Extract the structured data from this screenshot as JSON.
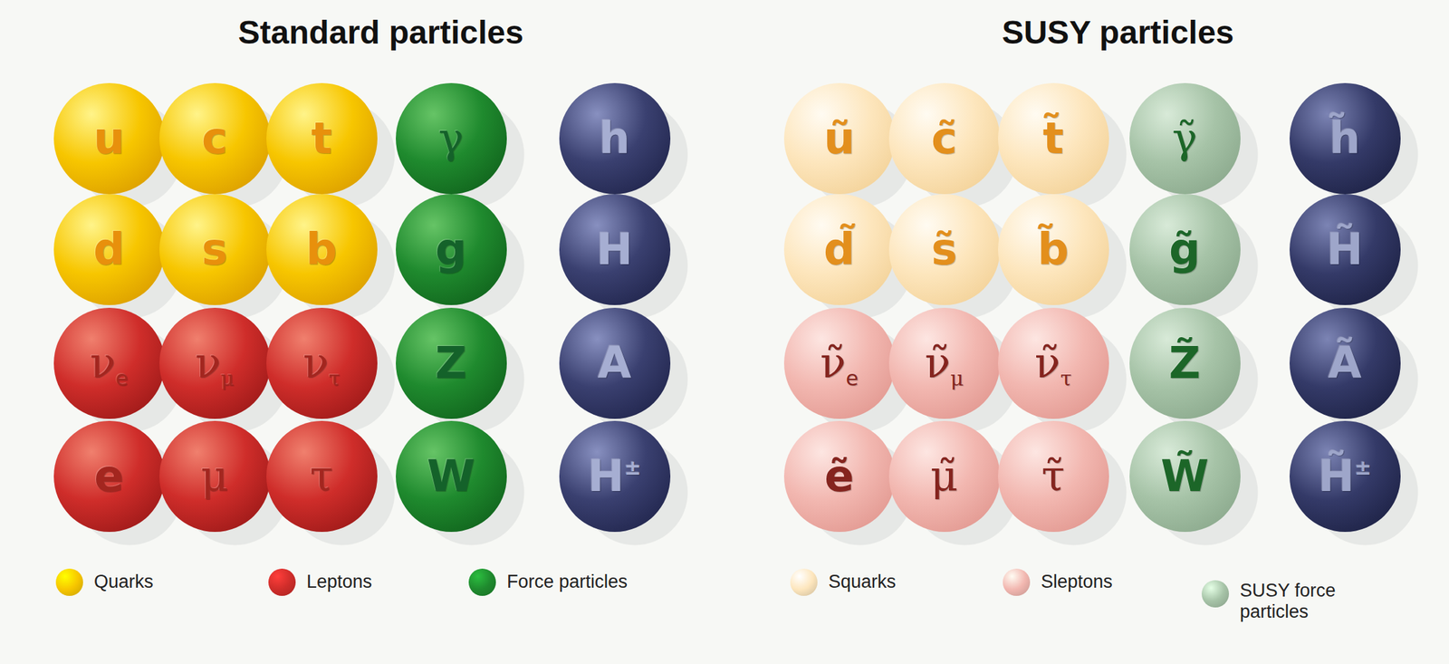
{
  "diagram": {
    "nodes": [
      {
        "text": [
          "u"
        ]
      },
      {
        "text": [
          "c"
        ]
      },
      {
        "text": [
          "t"
        ]
      },
      {
        "text": [
          "γ"
        ]
      },
      {
        "text": [
          "h"
        ]
      },
      {
        "text": [
          "d"
        ]
      },
      {
        "text": [
          "s"
        ]
      },
      {
        "text": [
          "b"
        ]
      },
      {
        "text": [
          "g"
        ]
      },
      {
        "text": [
          "H"
        ]
      },
      {
        "text": [
          "νe"
        ]
      },
      {
        "text": [
          "νμ"
        ]
      },
      {
        "text": [
          "ντ"
        ]
      },
      {
        "text": [
          "Z"
        ]
      },
      {
        "text": [
          "A"
        ]
      },
      {
        "text": [
          "e"
        ]
      },
      {
        "text": [
          "μ"
        ]
      },
      {
        "text": [
          "τ"
        ]
      },
      {
        "text": [
          "W"
        ]
      },
      {
        "text": [
          "H±"
        ]
      },
      {
        "text": [
          "ũ"
        ]
      },
      {
        "text": [
          "c̃"
        ]
      },
      {
        "text": [
          "t̃"
        ]
      },
      {
        "text": [
          "γ̃"
        ]
      },
      {
        "text": [
          "h̃"
        ]
      },
      {
        "text": [
          "d̃"
        ]
      },
      {
        "text": [
          "s̃"
        ]
      },
      {
        "text": [
          "b̃"
        ]
      },
      {
        "text": [
          "g̃"
        ]
      },
      {
        "text": [
          "H̃"
        ]
      },
      {
        "text": [
          "ν̃e"
        ]
      },
      {
        "text": [
          "ν̃μ"
        ]
      },
      {
        "text": [
          "ν̃τ"
        ]
      },
      {
        "text": [
          "Z̃"
        ]
      },
      {
        "text": [
          "Ã"
        ]
      },
      {
        "text": [
          "ẽ"
        ]
      },
      {
        "text": [
          "μ̃"
        ]
      },
      {
        "text": [
          "τ̃"
        ]
      },
      {
        "text": [
          "W̃"
        ]
      },
      {
        "text": [
          "H̃±"
        ]
      }
    ],
    "edges": [],
    "labels": [
      "Standard particles",
      "SUSY particles"
    ],
    "legend": [
      {
        "text": "Quarks",
        "color": "#f7c600"
      },
      {
        "text": "Leptons",
        "color": "#cf2d2a"
      },
      {
        "text": "Force particles",
        "color": "#1f8a2e"
      },
      {
        "text": "Squarks",
        "color": "#fde6bd"
      },
      {
        "text": "Sleptons",
        "color": "#f2b7b0"
      },
      {
        "text": "SUSY force particles",
        "color": "#a6c3a7"
      }
    ]
  }
}
